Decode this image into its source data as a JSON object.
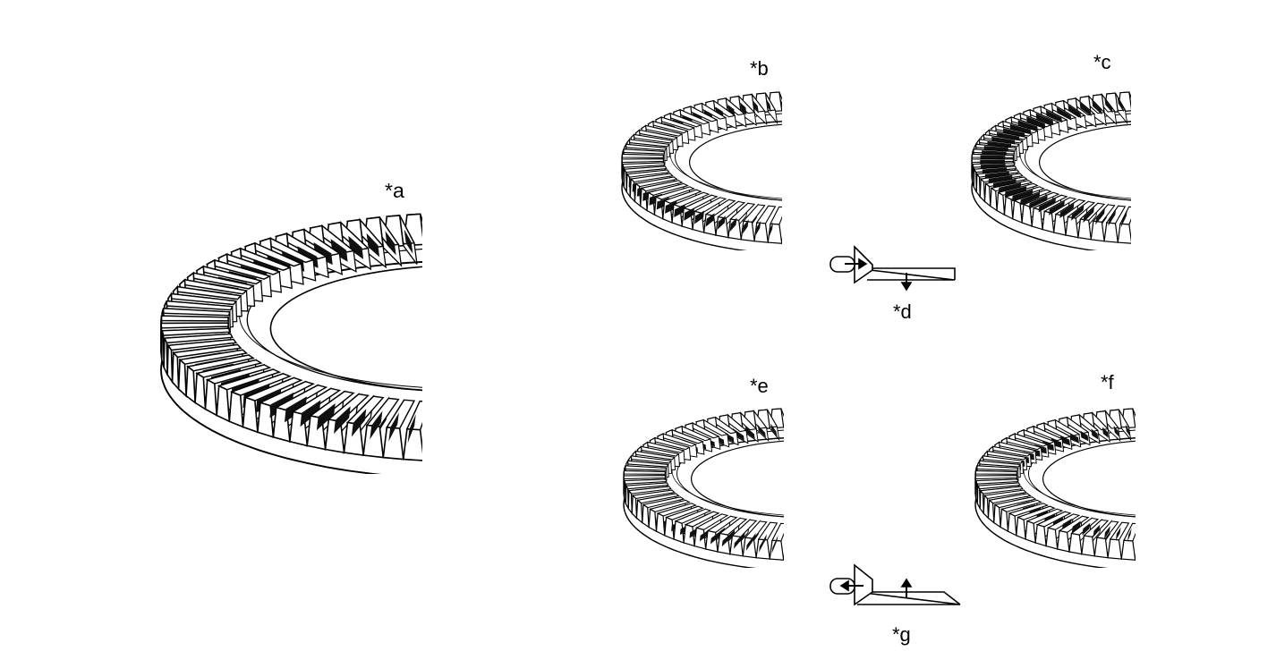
{
  "labels": {
    "a": "*a",
    "b": "*b",
    "c": "*c",
    "d": "*d",
    "e": "*e",
    "f": "*f",
    "g": "*g"
  },
  "colors": {
    "line": "#000000",
    "background": "#ffffff",
    "tooth_face": "#ffffff",
    "contact_mark": "#111111"
  },
  "icons": {
    "gear": "ring-gear-icon",
    "pinion": "pinion-arrow-icon"
  }
}
